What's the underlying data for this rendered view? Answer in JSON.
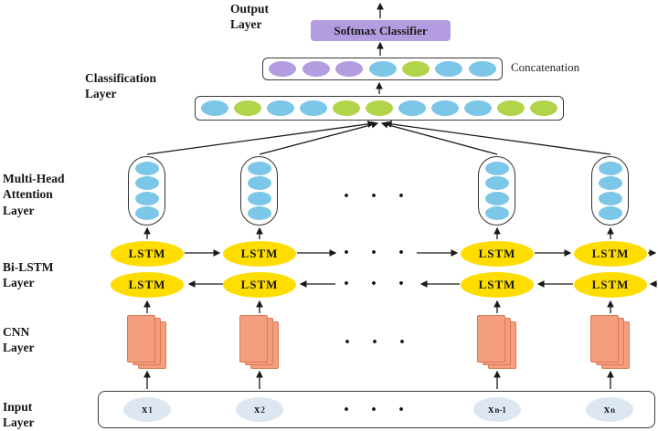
{
  "colors": {
    "blue": "#7cc6e8",
    "green": "#b2d44b",
    "purple": "#b39ce0",
    "yellow": "#ffdd00",
    "salmon": "#f49e7e",
    "input_node_fill": "#dde7f1",
    "line": "#1a1a1a",
    "box_border": "#3a3a3a"
  },
  "layer_labels": {
    "output": "Output Layer",
    "classification": "Classification Layer",
    "attention": "Multi-Head Attention Layer",
    "bilstm": "Bi-LSTM Layer",
    "cnn": "CNN Layer",
    "input": "Input Layer"
  },
  "output_layer": {
    "softmax_label": "Softmax Classifier"
  },
  "classification_layer": {
    "concatenation_label": "Concatenation",
    "concat_node_colors": [
      "purple",
      "purple",
      "purple",
      "blue",
      "green",
      "blue",
      "blue"
    ],
    "feature_node_colors": [
      "blue",
      "green",
      "blue",
      "blue",
      "green",
      "green",
      "blue",
      "blue",
      "blue",
      "green",
      "green"
    ]
  },
  "attention_layer": {
    "head_node_colors": [
      "blue",
      "blue",
      "blue",
      "blue"
    ]
  },
  "bilstm_layer": {
    "forward_labels": [
      "LSTM",
      "LSTM",
      "LSTM",
      "LSTM"
    ],
    "backward_labels": [
      "LSTM",
      "LSTM",
      "LSTM",
      "LSTM"
    ]
  },
  "input_layer": {
    "nodes": [
      {
        "base": "x",
        "sub": "1"
      },
      {
        "base": "x",
        "sub": "2"
      },
      {
        "base": "x",
        "sub": "n-1"
      },
      {
        "base": "x",
        "sub": "n"
      }
    ]
  },
  "misc": {
    "ellipsis": "· · ·"
  }
}
